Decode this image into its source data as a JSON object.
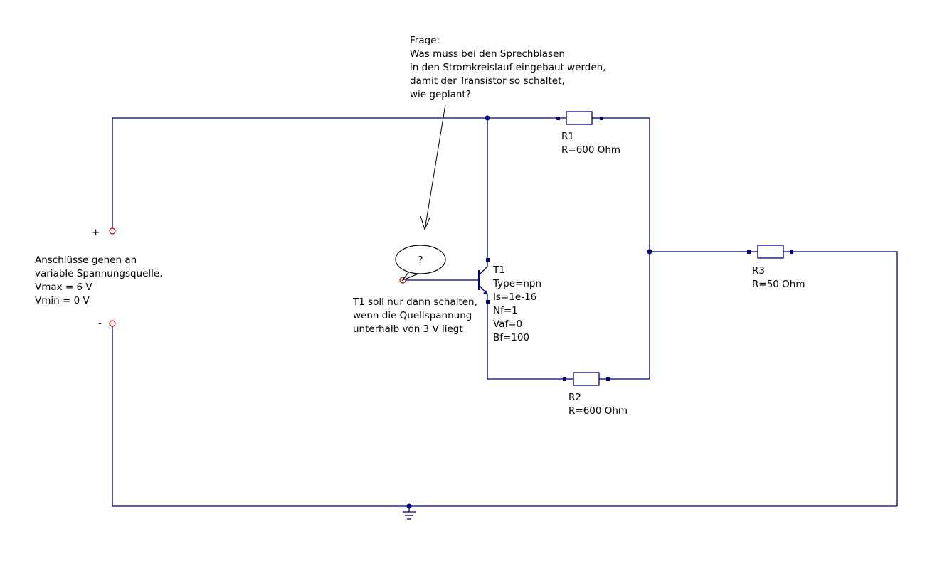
{
  "question": {
    "lines": [
      "Frage:",
      "Was muss bei den Sprechblasen",
      "in den Stromkreislauf eingebaut werden,",
      "damit der Transistor so schaltet,",
      "wie geplant?"
    ]
  },
  "source": {
    "plus": "+",
    "minus": "-",
    "lines": [
      "Anschlüsse gehen an",
      "variable Spannungsquelle.",
      "Vmax = 6 V",
      "Vmin = 0 V"
    ]
  },
  "bubble": {
    "label": "?"
  },
  "note": {
    "lines": [
      "T1 soll nur dann schalten,",
      "wenn die Quellspannung",
      "unterhalb von 3 V liegt"
    ]
  },
  "transistor": {
    "name": "T1",
    "params": [
      "Type=npn",
      "Is=1e-16",
      "Nf=1",
      "Vaf=0",
      "Bf=100"
    ]
  },
  "r1": {
    "name": "R1",
    "value": "R=600 Ohm"
  },
  "r2": {
    "name": "R2",
    "value": "R=600 Ohm"
  },
  "r3": {
    "name": "R3",
    "value": "R=50 Ohm"
  },
  "colors": {
    "wire": "#000080",
    "port": "#cc0000",
    "text": "#000000"
  }
}
